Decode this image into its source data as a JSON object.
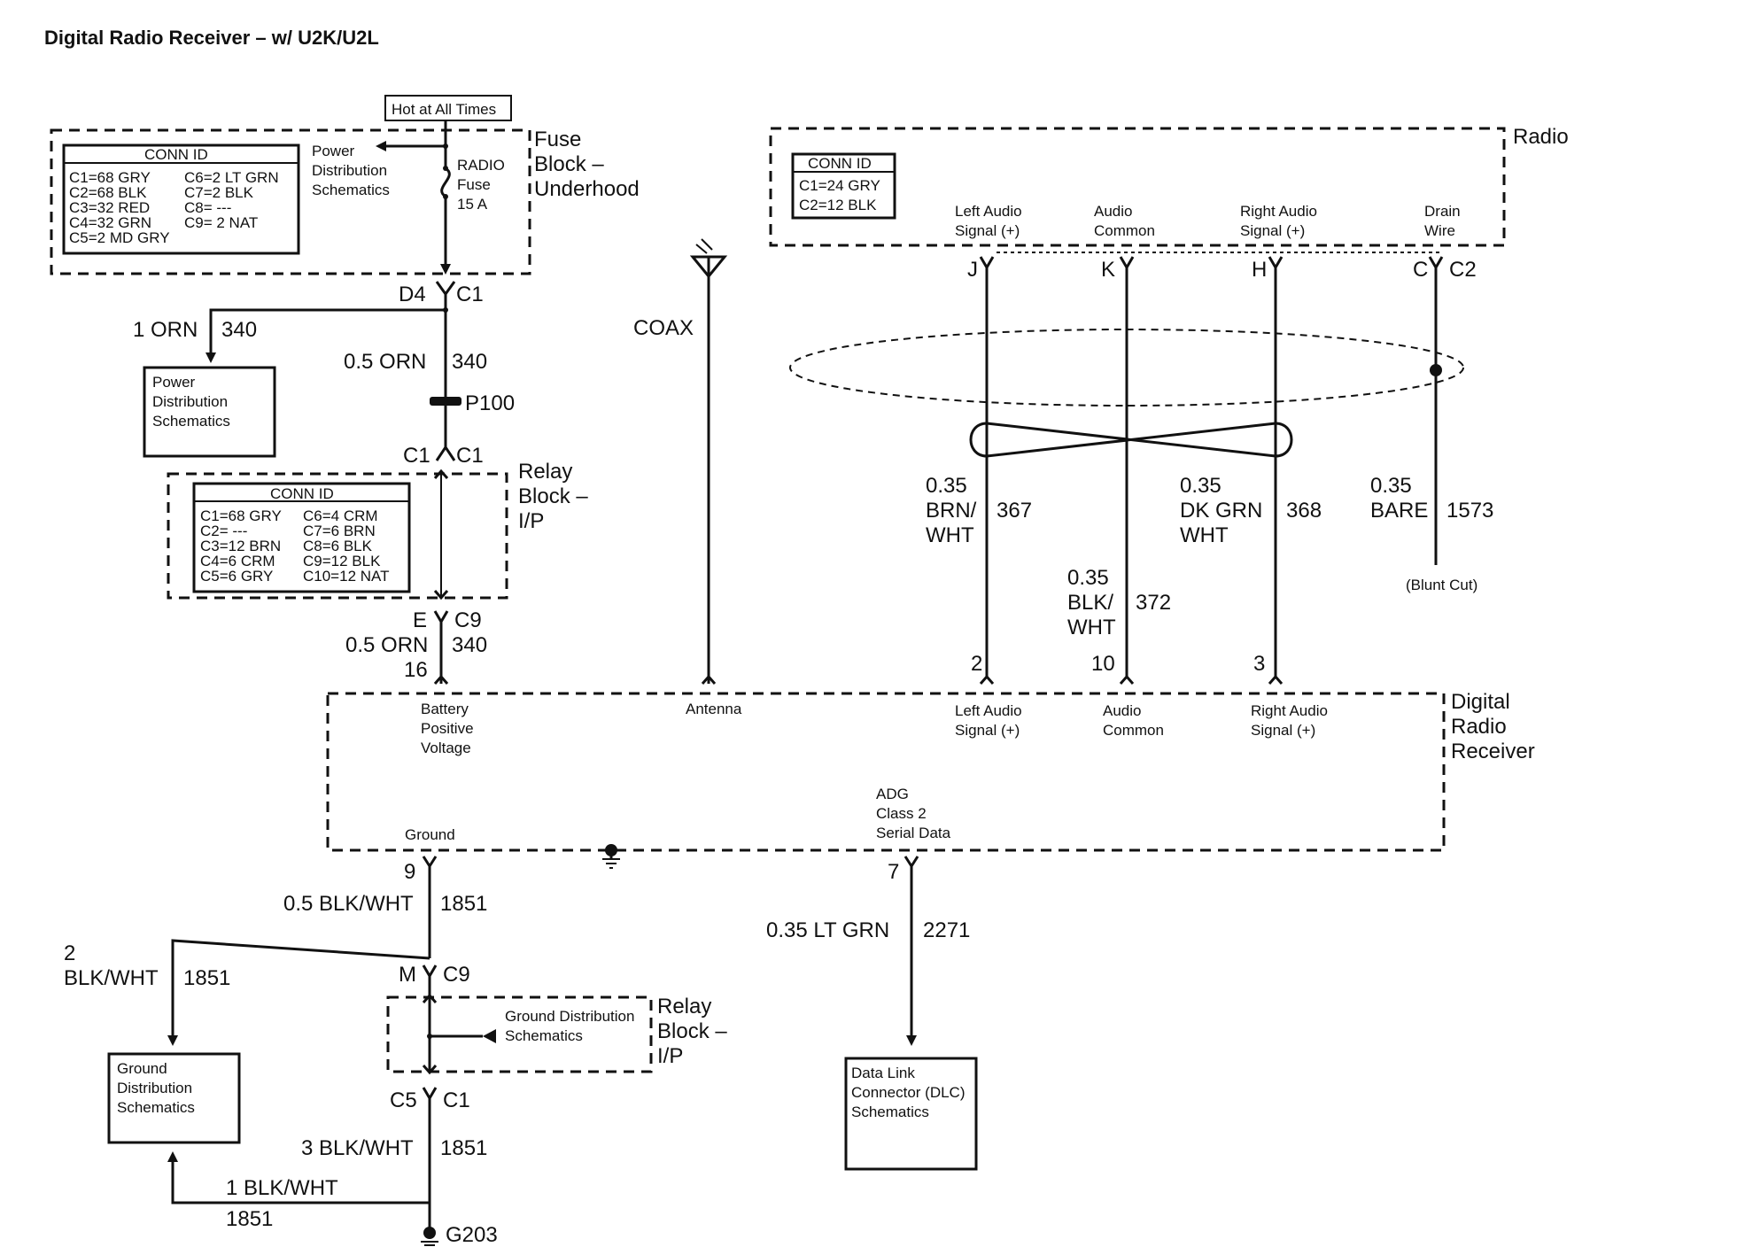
{
  "title": "Digital Radio Receiver – w/ U2K/U2L",
  "hot_label": "Hot at All Times",
  "fuse_block": {
    "name": [
      "Fuse",
      "Block –",
      "Underhood"
    ],
    "conn_id_header": "CONN ID",
    "conn_left": [
      "C1=68 GRY",
      "C2=68 BLK",
      "C3=32 RED",
      "C4=32 GRN",
      "C5=2 MD GRY"
    ],
    "conn_right": [
      "C6=2 LT GRN",
      "C7=2 BLK",
      "C8= ---",
      "C9= 2 NAT"
    ],
    "pds_ref": [
      "Power",
      "Distribution",
      "Schematics"
    ],
    "fuse": [
      "RADIO",
      "Fuse",
      "15 A"
    ]
  },
  "c1_top": {
    "left": "D4",
    "right": "C1"
  },
  "orn1": {
    "size": "1 ORN",
    "circuit": "340"
  },
  "pds_box": [
    "Power",
    "Distribution",
    "Schematics"
  ],
  "orn05_top": {
    "size": "0.5 ORN",
    "circuit": "340"
  },
  "splice": "P100",
  "c1_mid": {
    "left": "C1",
    "right": "C1"
  },
  "relay_block": {
    "name": [
      "Relay",
      "Block –",
      "I/P"
    ],
    "conn_id_header": "CONN ID",
    "conn_left": [
      "C1=68 GRY",
      "C2= ---",
      "C3=12 BRN",
      "C4=6 CRM",
      "C5=6 GRY"
    ],
    "conn_right": [
      "C6=4 CRM",
      "C7=6 BRN",
      "C8=6 BLK",
      "C9=12 BLK",
      "C10=12 NAT"
    ]
  },
  "c9_mid": {
    "left": "E",
    "right": "C9"
  },
  "orn05_bottom": {
    "size": "0.5 ORN",
    "circuit": "340"
  },
  "pin16": "16",
  "coax": "COAX",
  "radio": {
    "name": "Radio",
    "conn_id_header": "CONN ID",
    "conn": [
      "C1=24 GRY",
      "C2=12 BLK"
    ],
    "pins": [
      {
        "label": [
          "Left Audio",
          "Signal (+)"
        ],
        "pin": "J"
      },
      {
        "label": [
          "Audio",
          "Common"
        ],
        "pin": "K"
      },
      {
        "label": [
          "Right Audio",
          "Signal (+)"
        ],
        "pin": "H"
      },
      {
        "label": [
          "Drain",
          "Wire"
        ],
        "pin": "C"
      }
    ],
    "connector": "C2"
  },
  "wires": [
    {
      "size": [
        "0.35",
        "BRN/",
        "WHT"
      ],
      "circuit": "367",
      "pin": "2"
    },
    {
      "size": [
        "0.35",
        "BLK/",
        "WHT"
      ],
      "circuit": "372",
      "pin": "10"
    },
    {
      "size": [
        "0.35",
        "DK GRN",
        "WHT"
      ],
      "circuit": "368",
      "pin": "3"
    },
    {
      "size": [
        "0.35",
        "BARE"
      ],
      "circuit": "1573",
      "end": "(Blunt Cut)"
    }
  ],
  "receiver": {
    "name": [
      "Digital",
      "Radio",
      "Receiver"
    ],
    "bat": [
      "Battery",
      "Positive",
      "Voltage"
    ],
    "antenna": "Antenna",
    "left_audio": [
      "Left Audio",
      "Signal (+)"
    ],
    "audio_common": [
      "Audio",
      "Common"
    ],
    "right_audio": [
      "Right Audio",
      "Signal (+)"
    ],
    "adg": [
      "ADG",
      "Class 2",
      "Serial Data"
    ],
    "ground": "Ground"
  },
  "pin9": "9",
  "blkwht05": {
    "size": "0.5 BLK/WHT",
    "circuit": "1851"
  },
  "blkwht2": {
    "size": [
      "2",
      "BLK/WHT"
    ],
    "circuit": "1851"
  },
  "c9_bottom": {
    "left": "M",
    "right": "C9"
  },
  "relay_block2": {
    "name": [
      "Relay",
      "Block –",
      "I/P"
    ],
    "gds_ref": [
      "Ground Distribution",
      "Schematics"
    ]
  },
  "c5c1": {
    "left": "C5",
    "right": "C1"
  },
  "blkwht3": {
    "size": "3 BLK/WHT",
    "circuit": "1851"
  },
  "blkwht1": {
    "size": "1 BLK/WHT",
    "circuit": "1851"
  },
  "gds_box": [
    "Ground",
    "Distribution",
    "Schematics"
  ],
  "ground_point": "G203",
  "pin7": "7",
  "ltgrn": {
    "size": "0.35 LT GRN",
    "circuit": "2271"
  },
  "dlc_box": [
    "Data Link",
    "Connector (DLC)",
    "Schematics"
  ]
}
